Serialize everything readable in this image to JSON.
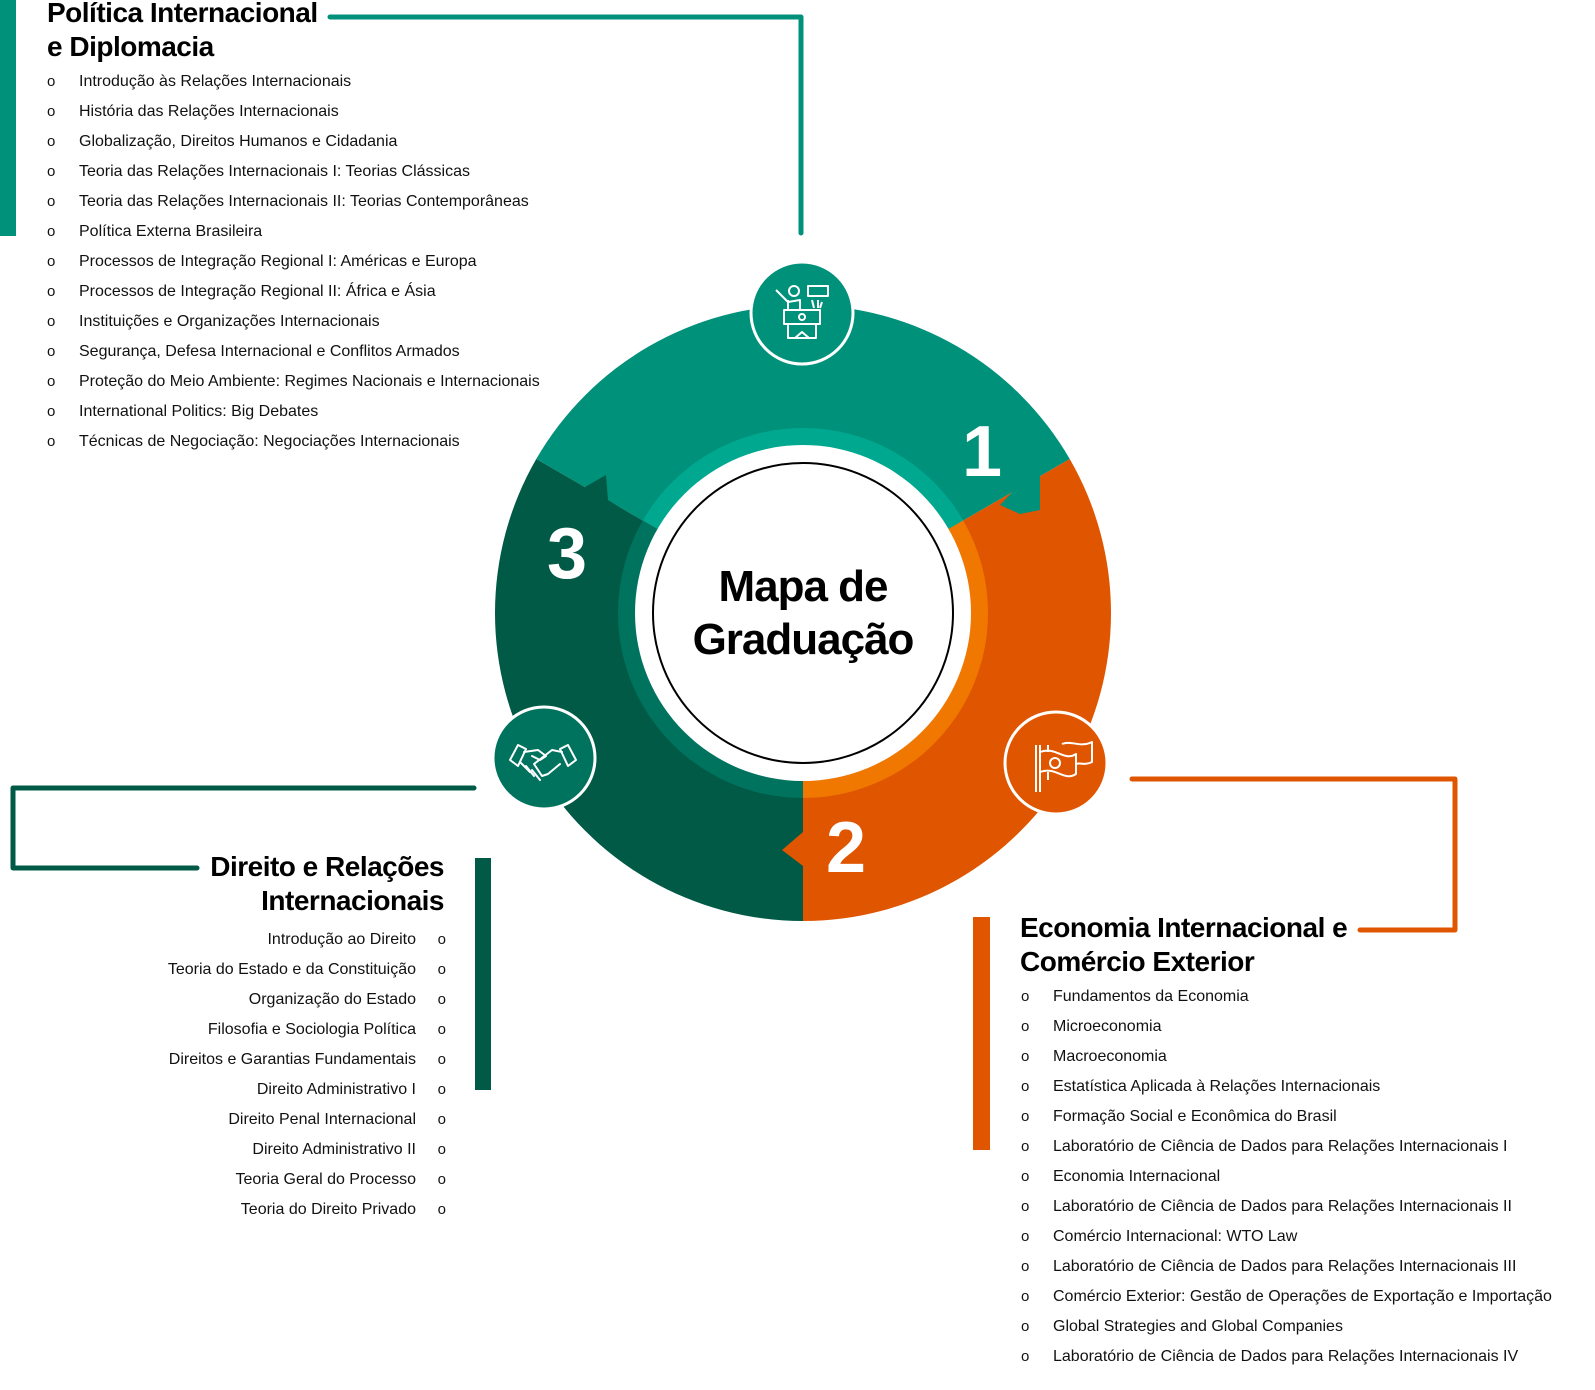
{
  "center": {
    "line1": "Mapa de",
    "line2": "Graduação"
  },
  "colors": {
    "teal": "#00917A",
    "teal_inner": "#00A890",
    "orange": "#E05500",
    "orange_inner": "#F07800",
    "dark_green": "#005A46",
    "dark_green_inner": "#00735E"
  },
  "segments": [
    {
      "number": "1",
      "icon": "speaker-podium-icon"
    },
    {
      "number": "2",
      "icon": "flag-icon"
    },
    {
      "number": "3",
      "icon": "handshake-icon"
    }
  ],
  "sections": {
    "politica": {
      "title_line1": "Política Internacional",
      "title_line2": "e Diplomacia",
      "bullet": "o",
      "items": [
        "Introdução às Relações Internacionais",
        "História das Relações Internacionais",
        "Globalização, Direitos Humanos e Cidadania",
        "Teoria das Relações Internacionais I: Teorias Clássicas",
        "Teoria das Relações Internacionais II: Teorias Contemporâneas",
        "Política Externa Brasileira",
        "Processos de Integração Regional I: Américas e Europa",
        "Processos de Integração Regional II: África e Ásia",
        "Instituições e Organizações Internacionais",
        "Segurança, Defesa Internacional e Conflitos Armados",
        "Proteção do Meio Ambiente: Regimes Nacionais e Internacionais",
        "International Politics: Big Debates",
        "Técnicas de Negociação: Negociações Internacionais"
      ]
    },
    "direito": {
      "title_line1": "Direito e Relações",
      "title_line2": "Internacionais",
      "bullet": "o",
      "items": [
        "Introdução ao Direito",
        "Teoria do Estado e da Constituição",
        "Organização do Estado",
        "Filosofia e Sociologia Política",
        "Direitos e Garantias Fundamentais",
        "Direito Administrativo I",
        "Direito Penal Internacional",
        "Direito Administrativo II",
        "Teoria Geral do Processo",
        "Teoria do Direito Privado"
      ]
    },
    "economia": {
      "title_line1": "Economia Internacional e",
      "title_line2": "Comércio Exterior",
      "bullet": "o",
      "items": [
        "Fundamentos da Economia",
        "Microeconomia",
        "Macroeconomia",
        "Estatística Aplicada à Relações Internacionais",
        "Formação Social e Econômica do Brasil",
        "Laboratório de Ciência de Dados para Relações Internacionais I",
        "Economia Internacional",
        "Laboratório de Ciência de Dados para Relações Internacionais II",
        "Comércio Internacional: WTO Law",
        "Laboratório de Ciência de Dados para Relações Internacionais III",
        "Comércio Exterior: Gestão de Operações de Exportação e Importação",
        "Global Strategies and Global Companies",
        "Laboratório de Ciência de Dados para Relações Internacionais IV"
      ]
    }
  }
}
